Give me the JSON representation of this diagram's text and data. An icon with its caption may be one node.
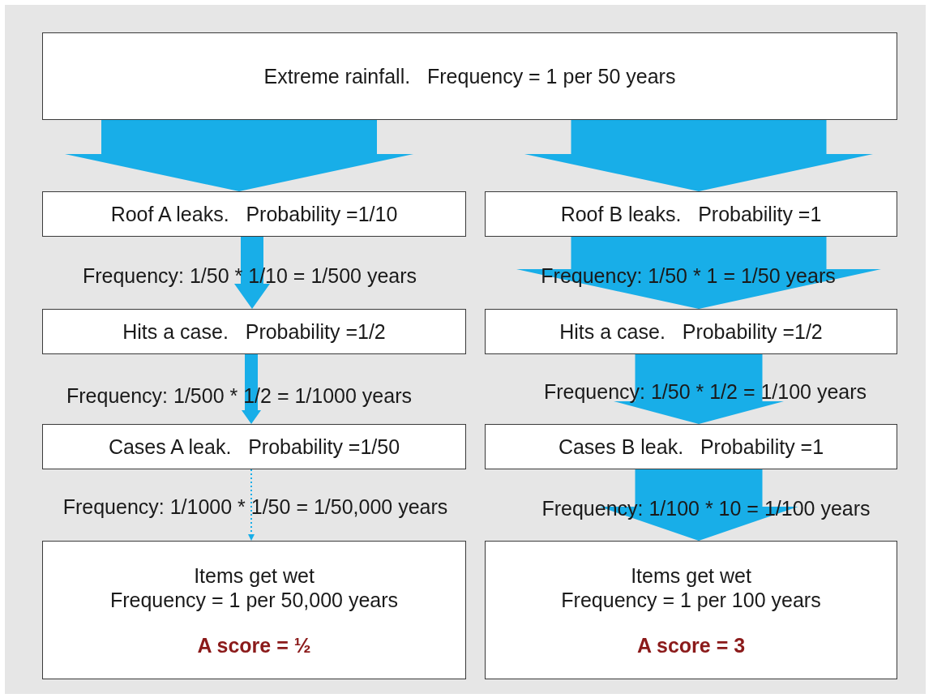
{
  "diagram": {
    "nodes": [
      {
        "text": [
          "Extreme rainfall.   Frequency = 1 per 50 years"
        ]
      },
      {
        "text": [
          "Roof A leaks.   Probability =1/10"
        ]
      },
      {
        "text": [
          "Roof B leaks.   Probability =1"
        ]
      },
      {
        "text": [
          "Hits a case.   Probability =1/2"
        ]
      },
      {
        "text": [
          "Hits a case.   Probability =1/2"
        ]
      },
      {
        "text": [
          "Cases A leak.   Probability =1/50"
        ]
      },
      {
        "text": [
          "Cases B leak.   Probability =1"
        ]
      },
      {
        "text": [
          "Items get wet",
          "Frequency = 1 per 50,000 years",
          "A score = ½"
        ]
      },
      {
        "text": [
          "Items get wet",
          "Frequency = 1 per 100 years",
          "A score = 3"
        ]
      }
    ],
    "edges": [
      {
        "from": 0,
        "to": 1,
        "arrow": "to",
        "style": "thick"
      },
      {
        "from": 0,
        "to": 2,
        "arrow": "to",
        "style": "thick"
      },
      {
        "from": 1,
        "to": 3,
        "arrow": "to",
        "label": "Frequency: 1/50 * 1/10 = 1/500 years"
      },
      {
        "from": 2,
        "to": 4,
        "arrow": "to",
        "style": "thick",
        "label": "Frequency: 1/50 * 1 = 1/50 years"
      },
      {
        "from": 3,
        "to": 5,
        "arrow": "to",
        "label": "Frequency: 1/500 * 1/2 = 1/1000 years"
      },
      {
        "from": 4,
        "to": 6,
        "arrow": "to",
        "style": "thick",
        "label": "Frequency: 1/50 * 1/2 = 1/100 years"
      },
      {
        "from": 5,
        "to": 7,
        "arrow": "to",
        "style": "dashed",
        "label": "Frequency: 1/1000 * 1/50 = 1/50,000 years"
      },
      {
        "from": 6,
        "to": 8,
        "arrow": "to",
        "style": "thick",
        "label": "Frequency: 1/100 * 10 = 1/100 years"
      }
    ]
  }
}
